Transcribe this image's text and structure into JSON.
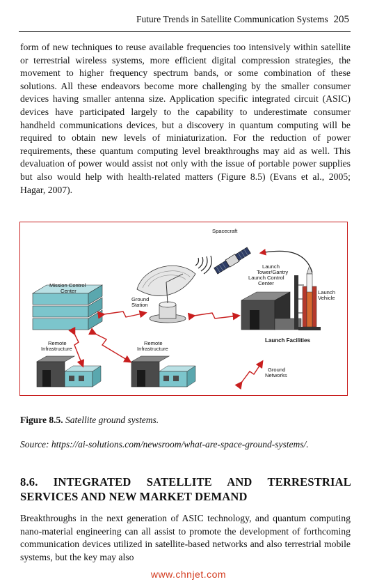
{
  "header": {
    "title": "Future Trends in Satellite Communication Systems",
    "page_number": "205"
  },
  "body_text_1": "form of new techniques to reuse available frequencies too intensively within satellite or terrestrial wireless systems, more efficient digital compression strategies, the movement to higher frequency spectrum bands, or some combination of these solutions. All these endeavors become more challenging by the smaller consumer devices having smaller antenna size. Application specific integrated circuit (ASIC) devices have participated largely to the capability to underestimate consumer handheld communications devices, but a discovery in quantum computing will be required to obtain new levels of miniaturization. For the reduction of power requirements, these quantum computing level breakthroughs may aid as well. This devaluation of power would assist not only with the issue of portable power supplies but also would help with health-related matters (Figure 8.5) (Evans et al., 2005; Hagar, 2007).",
  "figure": {
    "labels": {
      "spacecraft": "Spacecraft",
      "launch_tower_1": "Launch",
      "launch_tower_2": "Tower/Gantry",
      "mission_control_1": "Mission Control",
      "mission_control_2": "Center",
      "launch_control_1": "Launch Control",
      "launch_control_2": "Center",
      "launch_vehicle_1": "Launch",
      "launch_vehicle_2": "Vehicle",
      "ground_station_1": "Ground",
      "ground_station_2": "Station",
      "remote_infra_left_1": "Remote",
      "remote_infra_left_2": "Infrastructure",
      "remote_infra_mid_1": "Remote",
      "remote_infra_mid_2": "Infrastructure",
      "launch_facilities": "Launch Facilities",
      "ground_networks_1": "Ground",
      "ground_networks_2": "Networks"
    },
    "colors": {
      "border": "#c81e1e",
      "arrow": "#c81e1e",
      "building_face": "#7cc5cc",
      "building_top": "#b9e0e4",
      "dark_building": "#4a4a4a"
    }
  },
  "caption": {
    "label": "Figure 8.5.",
    "text": "Satellite ground systems."
  },
  "source": "Source: https://ai-solutions.com/newsroom/what-are-space-ground-systems/.",
  "section": {
    "heading": "8.6. INTEGRATED SATELLITE AND TERRESTRIAL SERVICES AND NEW MARKET DEMAND"
  },
  "body_text_2": "Breakthroughs in the next generation of ASIC technology, and quantum computing nano-material engineering can all assist to promote the development of forthcoming communication devices utilized in satellite-based networks and also terrestrial mobile systems, but the key may also",
  "watermark": "www.chnjet.com"
}
